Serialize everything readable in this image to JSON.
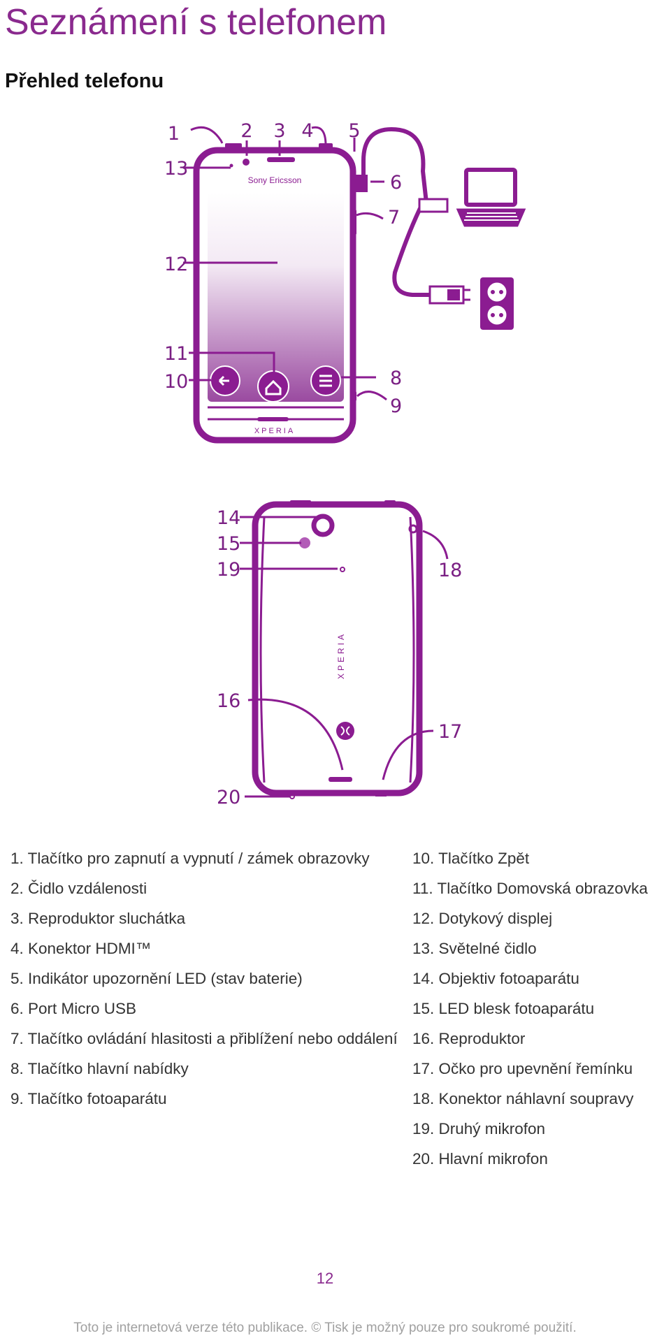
{
  "page": {
    "title": "Seznámení s telefonem",
    "subtitle": "Přehled telefonu",
    "page_number": "12",
    "footer": "Toto je internetová verze této publikace. © Tisk je možný pouze pro soukromé použití."
  },
  "diagram": {
    "front_brand": "Sony Ericsson",
    "front_model": "XPERIA",
    "back_model": "XPERIA",
    "callouts": [
      "1",
      "2",
      "3",
      "4",
      "5",
      "6",
      "7",
      "8",
      "9",
      "10",
      "11",
      "12",
      "13",
      "14",
      "15",
      "16",
      "17",
      "18",
      "19",
      "20"
    ]
  },
  "legend": {
    "left": [
      "1. Tlačítko pro zapnutí a vypnutí / zámek obrazovky",
      "2. Čidlo vzdálenosti",
      "3. Reproduktor sluchátka",
      "4. Konektor HDMI™",
      "5. Indikátor upozornění LED (stav baterie)",
      "6. Port Micro USB",
      "7. Tlačítko ovládání hlasitosti a přiblížení nebo oddálení",
      "8. Tlačítko hlavní nabídky",
      "9. Tlačítko fotoaparátu"
    ],
    "right": [
      "10. Tlačítko Zpět",
      "11. Tlačítko Domovská obrazovka",
      "12. Dotykový displej",
      "13. Světelné čidlo",
      "14. Objektiv fotoaparátu",
      "15. LED blesk fotoaparátu",
      "16. Reproduktor",
      "17. Očko pro upevnění řemínku",
      "18. Konektor náhlavní soupravy",
      "19. Druhý mikrofon",
      "20. Hlavní mikrofon"
    ]
  },
  "colors": {
    "accent": "#8a2a8e",
    "diagram": "#8b1c91"
  }
}
